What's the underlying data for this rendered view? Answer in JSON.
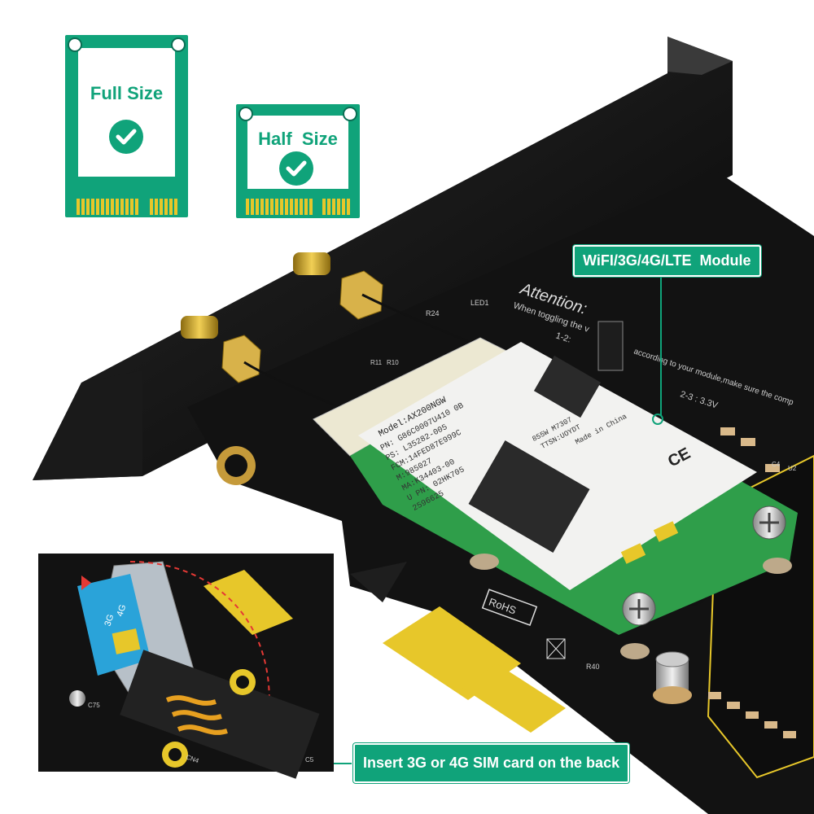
{
  "cards": {
    "full_size": {
      "label": "Full Size"
    },
    "half_size": {
      "label": "Half  Size"
    }
  },
  "callouts": {
    "module": "WiFI/3G/4G/LTE  Module",
    "sim": "Insert 3G or 4G SIM card on the back"
  },
  "board_text": {
    "attention": "Attention:",
    "attention_sub": "When toggling the v",
    "jumper_1_2": "1-2:",
    "jumper_text": "according to your module,make sure the comp",
    "jumper_2_3": "2-3 : 3.3V",
    "led1": "LED1",
    "r24": "R24",
    "r11": "R11",
    "r10": "R10",
    "rohs": "RoHS",
    "r40": "R40",
    "c75": "C75",
    "cn4": "CN4",
    "c5": "C5",
    "c4": "C4",
    "u2": "U2",
    "sim_3g": "3G",
    "sim_4g": "4G"
  },
  "module_label": {
    "model": "Model:AX200NGW",
    "lines": [
      "PN: G86C0007U410  0B",
      "PS: L35282-005",
      "FCM:14FED87E999C",
      "M:985027",
      "MA:K34403-00",
      "U PN: 02HK705",
      "2596625"
    ],
    "right_lines": [
      "855W M7307",
      "TTSN:UOYDT",
      "Made in China"
    ],
    "ce": "CE"
  },
  "colors": {
    "accent": "#10a37a",
    "pcb": "#111111",
    "gold": "#e7c72a",
    "module_green": "#2f9e4a"
  }
}
